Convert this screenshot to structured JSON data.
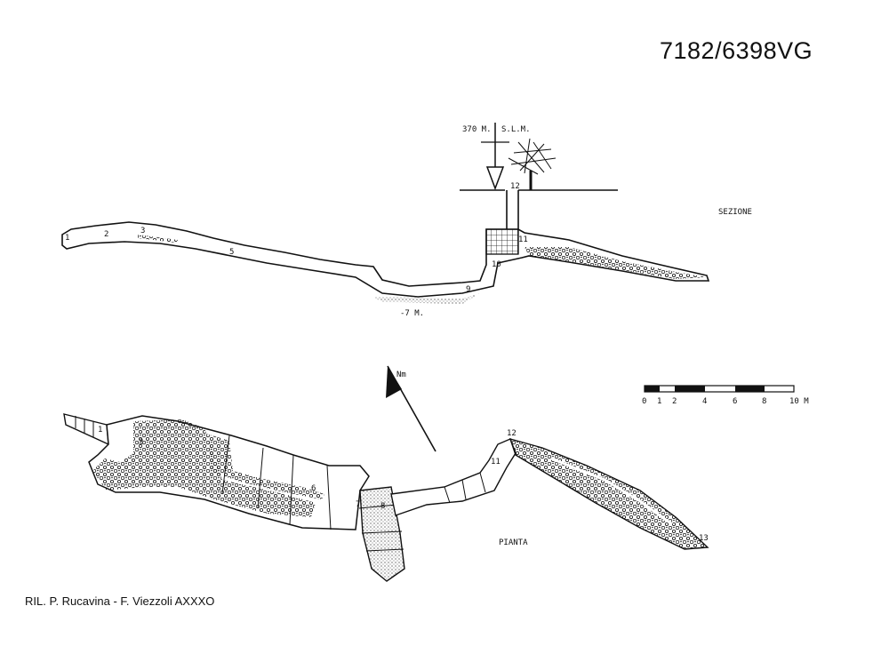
{
  "header": {
    "code": "7182/6398VG"
  },
  "footer": {
    "credit": "RIL. P. Rucavina - F. Viezzoli  AXXXO"
  },
  "section": {
    "label": "SEZIONE",
    "elevation": "370 M.",
    "datum": "S.L.M.",
    "depth": "-7 M.",
    "stations": [
      "1",
      "2",
      "3",
      "5",
      "9",
      "10",
      "11",
      "12"
    ]
  },
  "plan": {
    "label": "PIANTA",
    "north": "Nm",
    "stations": [
      "1",
      "3",
      "6",
      "7",
      "8",
      "11",
      "12",
      "13"
    ]
  },
  "scale": {
    "ticks": [
      "0",
      "1",
      "2",
      "4",
      "6",
      "8",
      "10 M"
    ]
  }
}
